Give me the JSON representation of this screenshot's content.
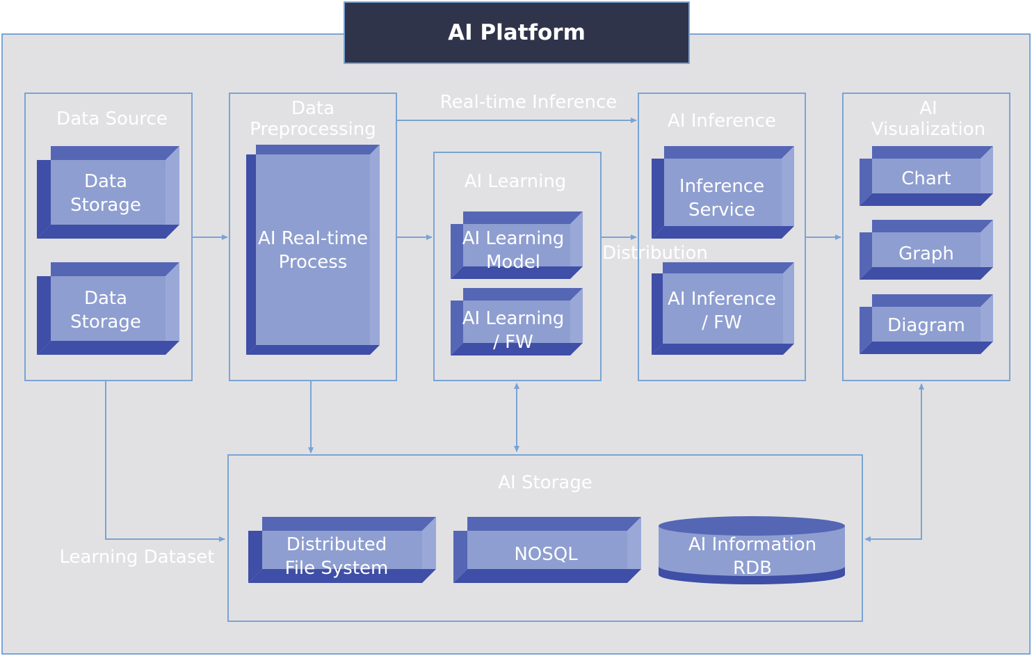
{
  "title": "AI Platform",
  "colors": {
    "platform_bg": "#e1e1e4",
    "title_bg": "#2f344b",
    "outline": "#7aa3d3",
    "block_front": "#8e9ed0",
    "block_top": "#5566b5",
    "block_dark": "#3f4ea6"
  },
  "groups": {
    "data_source": "Data Source",
    "data_preprocessing": "Data\nPreprocessing",
    "ai_learning": "AI Learning",
    "ai_inference": "AI Inference",
    "ai_visualization": "AI\nVisualization",
    "ai_storage": "AI Storage"
  },
  "blocks": {
    "data_storage_1": "Data\nStorage",
    "data_storage_2": "Data\nStorage",
    "ai_realtime_process": "AI Real-time\nProcess",
    "ai_learning_model": "AI Learning\nModel",
    "ai_learning_fw": "AI Learning\n/ FW",
    "inference_service": "Inference\nService",
    "ai_inference_fw": "AI Inference\n/ FW",
    "chart": "Chart",
    "graph": "Graph",
    "diagram": "Diagram",
    "distributed_fs": "Distributed\nFile System",
    "nosql": "NOSQL",
    "ai_information_rdb": "AI Information\nRDB"
  },
  "edge_labels": {
    "realtime_inference": "Real-time Inference",
    "distribution": "Distribution",
    "learning_dataset": "Learning Dataset"
  }
}
